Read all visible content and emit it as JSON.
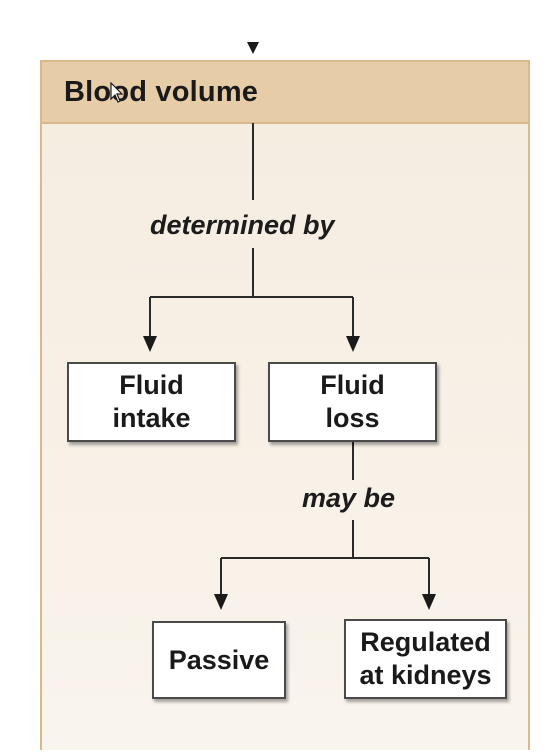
{
  "title": "Blood volume",
  "connectors": {
    "determined_by": "determined by",
    "may_be": "may be"
  },
  "boxes": {
    "fluid_intake": [
      "Fluid",
      "intake"
    ],
    "fluid_loss": [
      "Fluid",
      "loss"
    ],
    "passive": [
      "Passive"
    ],
    "regulated_at_kidneys": [
      "Regulated",
      "at kidneys"
    ]
  },
  "colors": {
    "header_fill": "#e6cca7",
    "panel_border": "#d9b98c",
    "panel_fill": "#f6eee3",
    "box_border": "#4a4a4a"
  }
}
